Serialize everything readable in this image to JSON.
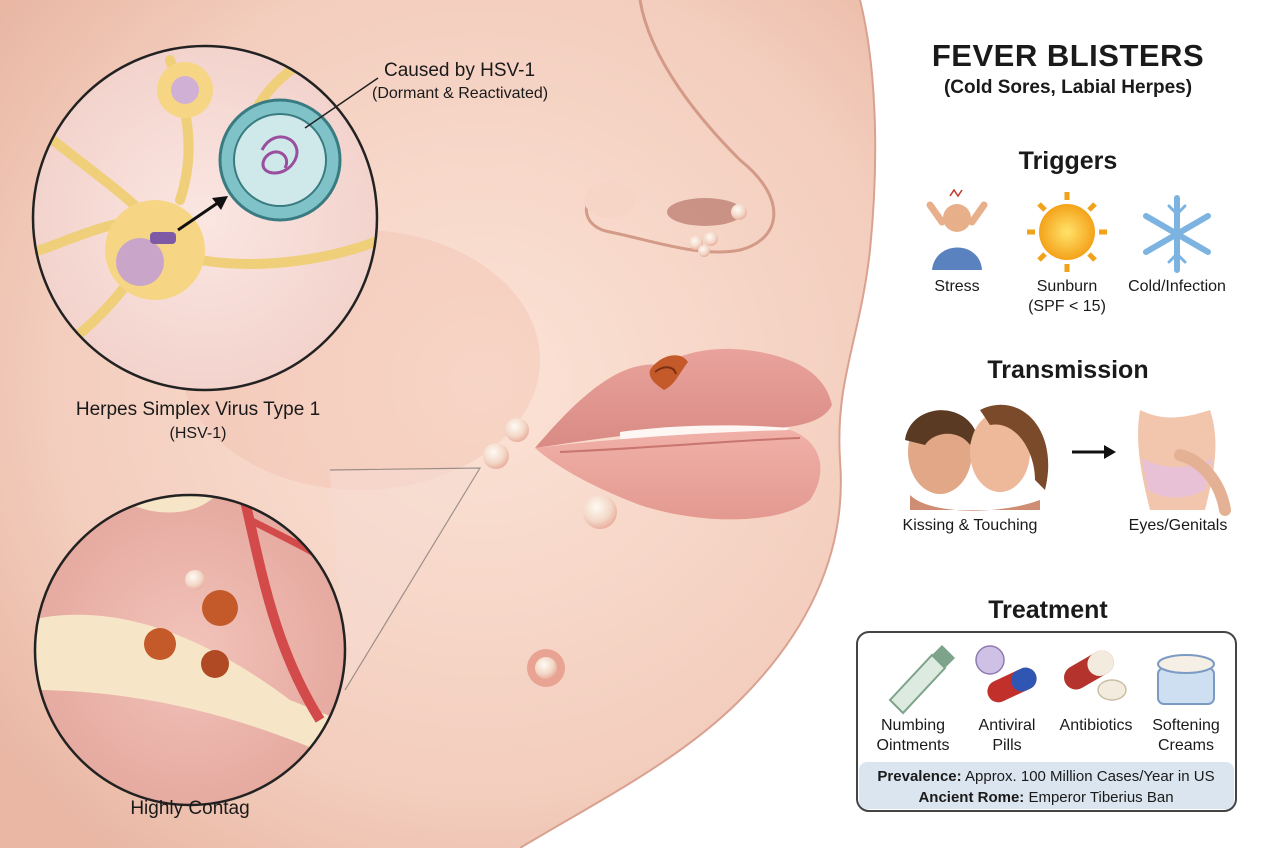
{
  "title": "FEVER BLISTERS",
  "subtitle": "(Cold Sores, Labial Herpes)",
  "virus_callout": {
    "line1": "Caused by HSV-1",
    "line2": "(Dormant & Reactivated)"
  },
  "virus_label": {
    "line1": "Herpes Simplex Virus Type 1",
    "line2": "(HSV-1)"
  },
  "lesion_label": "Highly Contag",
  "triggers": {
    "heading": "Triggers",
    "items": [
      {
        "icon": "stress-icon",
        "label": "Stress",
        "sub": ""
      },
      {
        "icon": "sun-icon",
        "label": "Sunburn",
        "sub": "(SPF < 15)"
      },
      {
        "icon": "snowflake-icon",
        "label": "Cold/Infection",
        "sub": ""
      }
    ]
  },
  "transmission": {
    "heading": "Transmission",
    "from": "Kissing & Touching",
    "to": "Eyes/Genitals"
  },
  "treatment": {
    "heading": "Treatment",
    "items": [
      {
        "icon": "ointment-tube-icon",
        "line1": "Numbing",
        "line2": "Ointments"
      },
      {
        "icon": "pill-capsule-icon",
        "line1": "Antiviral",
        "line2": "Pills"
      },
      {
        "icon": "antibiotic-capsule-icon",
        "line1": "Antibiotics",
        "line2": ""
      },
      {
        "icon": "cream-jar-icon",
        "line1": "Softening",
        "line2": "Creams"
      }
    ],
    "prevalence_label": "Prevalence:",
    "prevalence_text": "Approx. 100 Million Cases/Year in US",
    "rome_label": "Ancient Rome:",
    "rome_text": "Emperor Tiberius Ban"
  }
}
